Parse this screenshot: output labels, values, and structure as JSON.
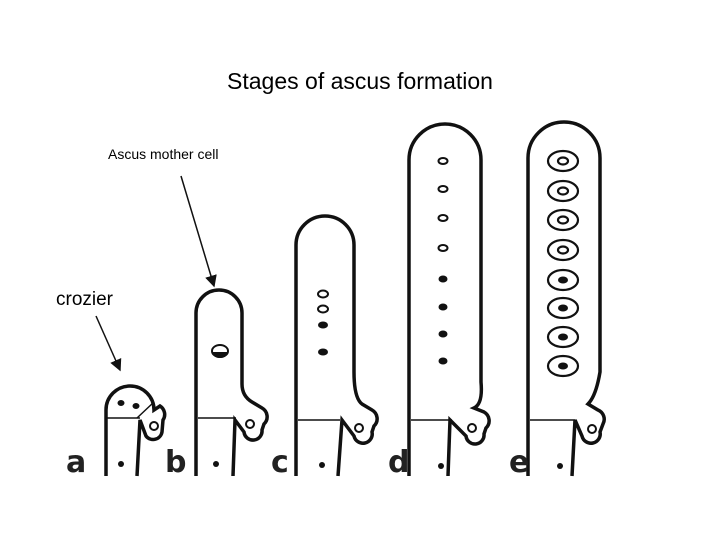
{
  "title": "Stages of ascus  formation",
  "labels": {
    "ascus_mother_cell": "Ascus mother cell",
    "crozier": "crozier"
  },
  "stages": [
    {
      "letter": "a",
      "nuclei": "two in crozier tip"
    },
    {
      "letter": "b",
      "nuclei": "1 fused (diploid)"
    },
    {
      "letter": "c",
      "nuclei": "4 (after meiosis)"
    },
    {
      "letter": "d",
      "nuclei": "8 (after mitosis)"
    },
    {
      "letter": "e",
      "nuclei": "8 ascospores"
    }
  ],
  "colors": {
    "ink": "#111111",
    "background": "#ffffff"
  }
}
